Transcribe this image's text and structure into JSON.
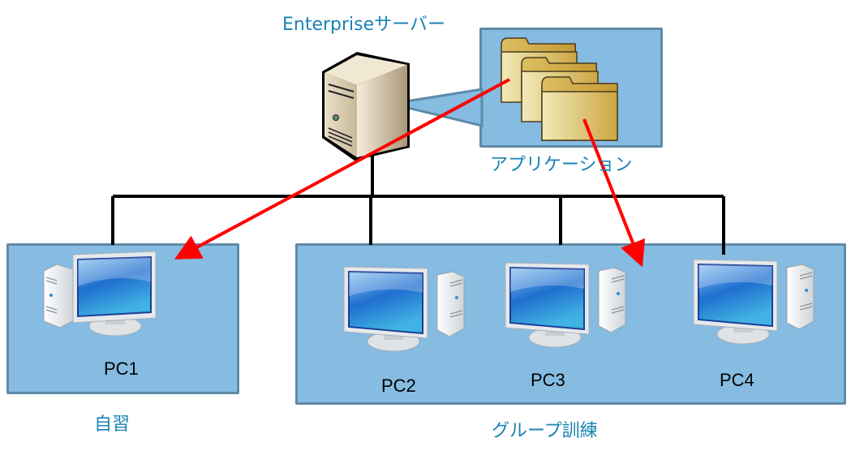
{
  "title": "Enterpriseサーバー",
  "server": {
    "label": "Enterpriseサーバー",
    "icon": "server-tower-icon"
  },
  "applications": {
    "label": "アプリケーション",
    "icon": "folder-stack-icon",
    "folder_count": 3
  },
  "groups": [
    {
      "label": "自習",
      "pcs": [
        "PC1"
      ]
    },
    {
      "label": "グループ訓練",
      "pcs": [
        "PC2",
        "PC3",
        "PC4"
      ]
    }
  ],
  "pcs": [
    {
      "label": "PC1",
      "icon": "desktop-computer-icon"
    },
    {
      "label": "PC2",
      "icon": "desktop-computer-icon"
    },
    {
      "label": "PC3",
      "icon": "desktop-computer-icon"
    },
    {
      "label": "PC4",
      "icon": "desktop-computer-icon"
    }
  ],
  "arrows": [
    {
      "from": "アプリケーション",
      "to": "自習",
      "color": "#ff0000"
    },
    {
      "from": "アプリケーション",
      "to": "グループ訓練",
      "color": "#ff0000"
    }
  ],
  "colors": {
    "box_fill": "#86bbe2",
    "box_border": "#5f8aa8",
    "label_blue": "#1a82b4",
    "network_line": "#000000",
    "arrow": "#ff0000"
  }
}
